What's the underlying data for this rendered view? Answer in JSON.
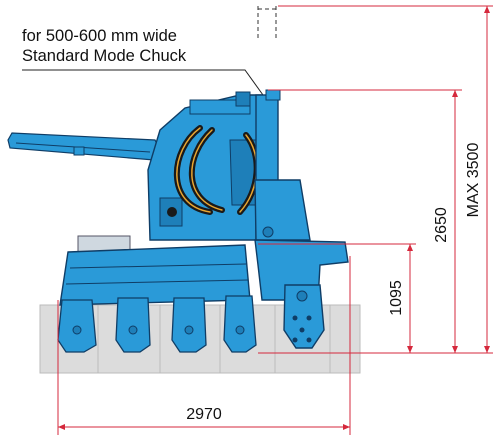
{
  "callout": {
    "line1": "for 500-600 mm wide",
    "line2": "Standard Mode Chuck"
  },
  "dimensions": {
    "max_height": "MAX 3500",
    "arm_height": "2650",
    "base_height": "1095",
    "overall_length": "2970"
  },
  "colors": {
    "machine_blue": "#2a9ad8",
    "machine_dark": "#0f3d66",
    "dimension_red": "#d5283c",
    "hose_black": "#1a1a1a",
    "hose_orange": "#e8a530",
    "ground_gray": "#d9d9d9"
  }
}
